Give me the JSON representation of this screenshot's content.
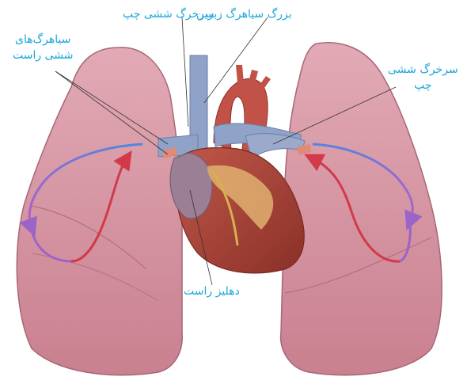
{
  "labels": {
    "superior_vena_cava": "بزرگ سیاهرگ زبرین",
    "left_pulmonary_artery_top": "سرخرگ ششی چپ",
    "right_pulmonary_veins_line1": "سیاهرگ‌های",
    "right_pulmonary_veins_line2": "ششی راست",
    "left_pulmonary_artery_line1": "سرخرگ ششی",
    "left_pulmonary_artery_line2": "چپ",
    "right_atrium": "دهلیز راست"
  },
  "colors": {
    "label_text": "#1aa6d9",
    "lung_fill": "#d89aa8",
    "lung_dark": "#b8707f",
    "heart": "#a8443a",
    "vessel_blue": "#8fa2c8",
    "arrow_blue": "#5b8fe0",
    "arrow_red": "#d23a4a",
    "arrow_purple": "#9a64c8"
  }
}
